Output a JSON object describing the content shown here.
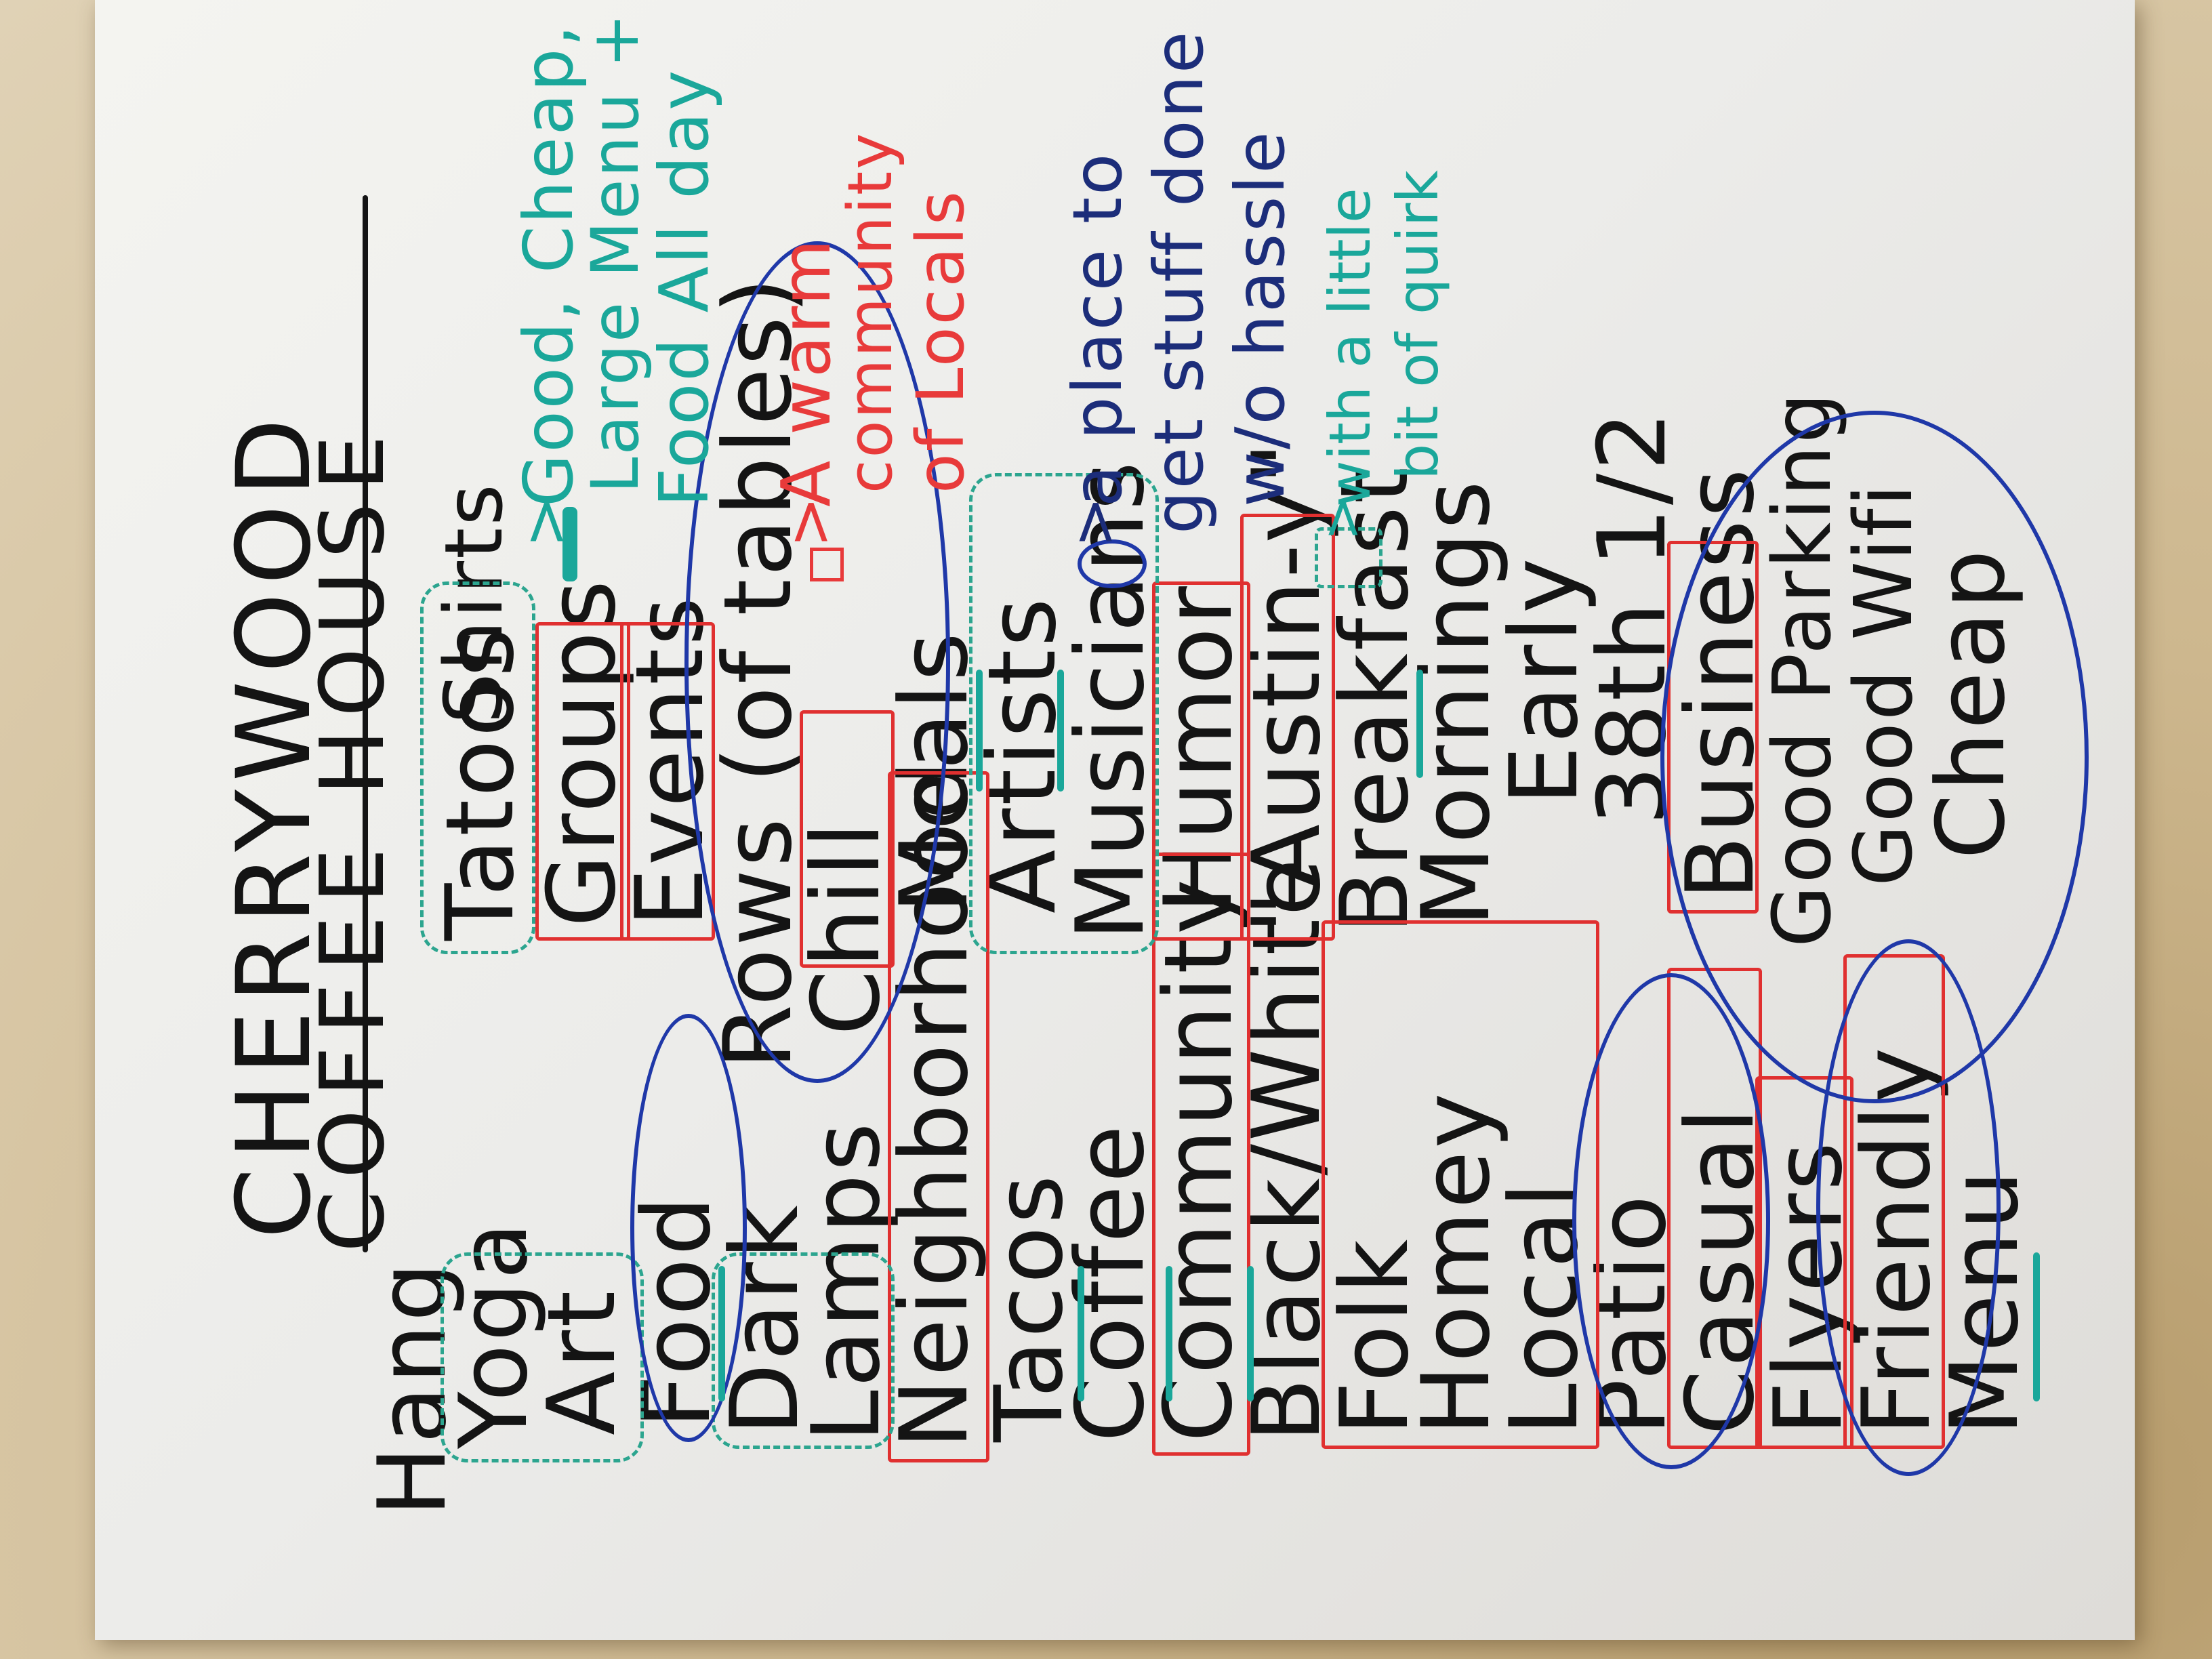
{
  "title": {
    "line1": "CHERRYWOOD",
    "line2": "COFFEE HOUSE"
  },
  "column_left": [
    "Hang",
    "Yoga",
    "Art",
    "Food",
    "Dark",
    "Lamps",
    "Neighborhood",
    "Tacos",
    "Coffee",
    "Community",
    "Black/White",
    "Folk",
    "Homey",
    "Local",
    "Patio",
    "Casual",
    "Flyers",
    "Friendly",
    "Menu"
  ],
  "column_right": [
    "Shirts",
    "Tatoos",
    "Groups",
    "Events",
    "Rows (of tables)",
    "Chill",
    "Meals",
    "Artists",
    "Musicians",
    "Humor",
    "\"Austin-y\"",
    "Breakfast",
    "Mornings",
    "Early",
    "38th 1/2",
    "Business",
    "Good Parking",
    "Good Wifi",
    "Cheap"
  ],
  "legend": [
    {
      "symbol": ">",
      "lines": [
        "Good, Cheap,",
        "Large Menu +",
        "Food All day"
      ],
      "color": "#1aa79a"
    },
    {
      "symbol": ">",
      "lines": [
        "A warm",
        "community",
        "of Locals"
      ],
      "color": "#e83a3a"
    },
    {
      "symbol": ">",
      "lines": [
        "a place to",
        "get stuff done",
        "w/o hassle"
      ],
      "color": "#1c2d7a"
    },
    {
      "symbol": ">",
      "lines": [
        "with a little",
        "bit of quirk"
      ],
      "color": "#1aa79a"
    }
  ]
}
